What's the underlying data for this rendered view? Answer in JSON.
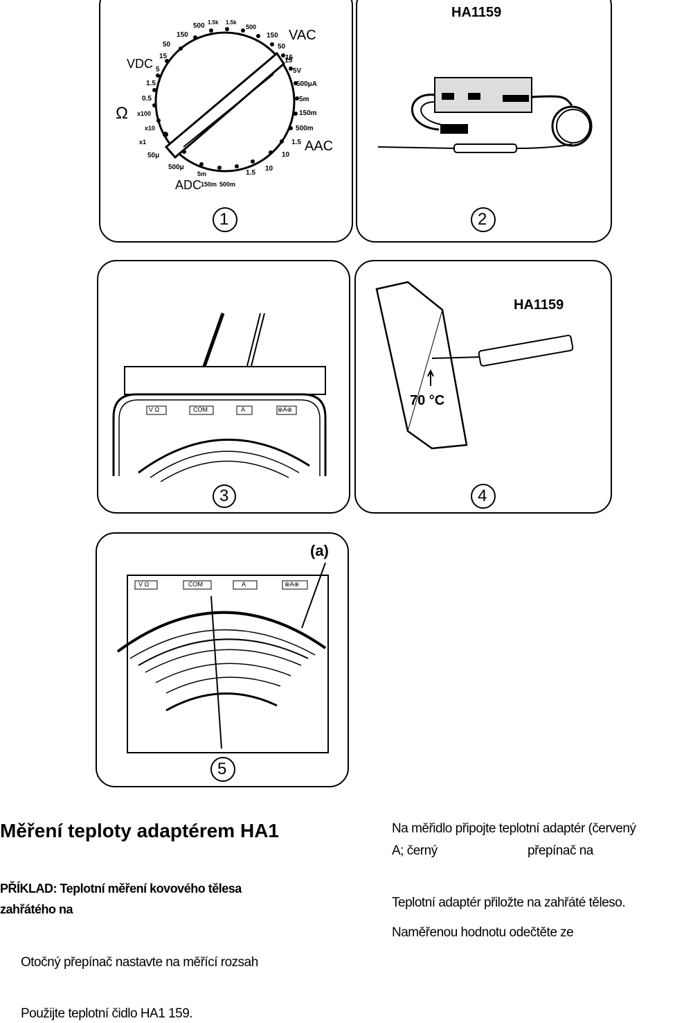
{
  "figures": {
    "p1": {
      "number": "1",
      "vdc_label": "VDC",
      "vac_label": "VAC",
      "adc_label": "ADC",
      "aac_label": "AAC",
      "ohm_label": "Ω",
      "top_scale": [
        "500",
        "1.5k",
        "1.5k",
        "500",
        "150",
        "50",
        "150",
        "15",
        "50"
      ],
      "left_scale": [
        "15",
        "5",
        "1.5",
        "0.5",
        "x100",
        "x10",
        "x1",
        "50μ"
      ],
      "right_scale": [
        "15",
        "5V",
        "500μA",
        "5m",
        "150m",
        "500m",
        "1.5",
        "10"
      ],
      "bottom_scale": [
        "500μ",
        "5m",
        "150m",
        "500m",
        "1.5",
        "10"
      ]
    },
    "p2": {
      "number": "2",
      "model": "HA1159"
    },
    "p3": {
      "number": "3",
      "terminals": [
        "V Ω",
        "COM",
        "A",
        "⊕A⊕"
      ]
    },
    "p4": {
      "number": "4",
      "model": "HA1159",
      "temperature": "70 °C"
    },
    "p5": {
      "number": "5",
      "callout": "(a)",
      "terminals": [
        "V Ω",
        "COM",
        "A",
        "⊕A⊕"
      ]
    }
  },
  "text": {
    "heading": "Měření teploty adaptérem HA1",
    "example_line1": "PŘÍKLAD: Teplotní měření kovového tělesa",
    "example_line2": "zahřátého na",
    "step1": "Otočný přepínač nastavte na měřící rozsah",
    "step2": "Použijte teplotní čidlo HA1 159.",
    "right1_line1": "Na měřidlo připojte teplotní adaptér (červený",
    "right1_line2a": "A; černý",
    "right1_line2b": "přepínač na",
    "right2": "Teplotní adaptér přiložte na zahřáté těleso.",
    "right3": "Naměřenou hodnotu odečtěte ze"
  }
}
